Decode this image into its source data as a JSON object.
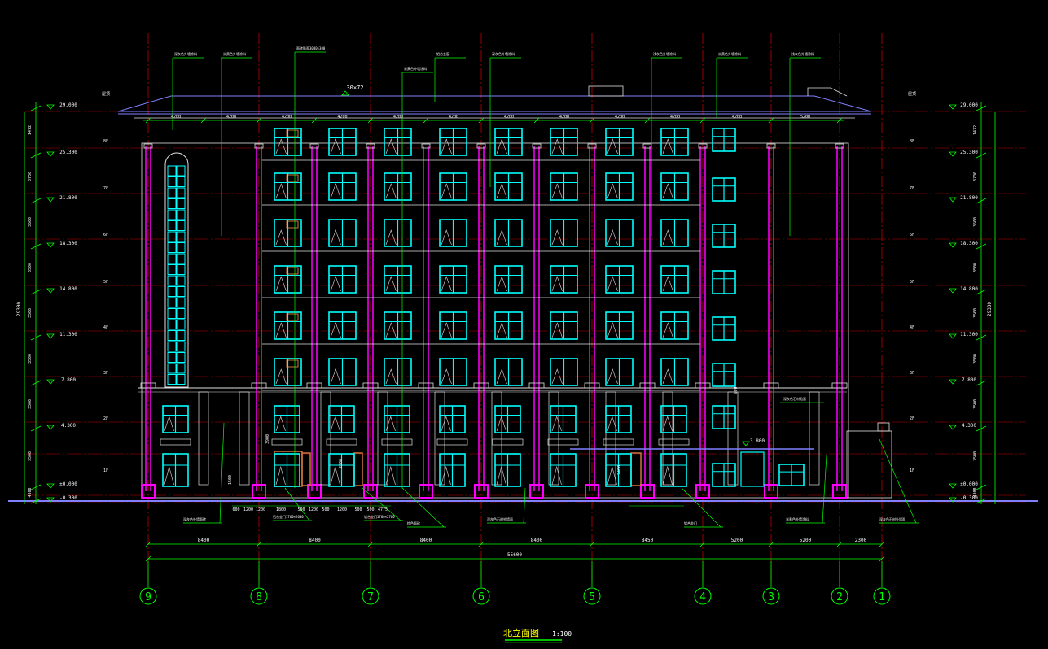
{
  "title": "北立面图",
  "scale": "1:100",
  "roof_note": "30×72",
  "axes": [
    "9",
    "8",
    "7",
    "6",
    "5",
    "4",
    "3",
    "2",
    "1"
  ],
  "bay_dims_top": [
    "4200",
    "4200",
    "4200",
    "4200",
    "4200",
    "4200",
    "4200",
    "4200",
    "4200",
    "4200",
    "4200",
    "5200"
  ],
  "bay_dims_bottom": [
    "8400",
    "8400",
    "8400",
    "8400",
    "8450",
    "5200",
    "5200",
    "2300"
  ],
  "overall_dim": "55600",
  "floors": [
    "1F",
    "2F",
    "3F",
    "4F",
    "5F",
    "6F",
    "7F",
    "8F"
  ],
  "roof_label": "屋顶",
  "left_levels": [
    "29.000",
    "25.300",
    "21.800",
    "18.300",
    "14.800",
    "11.300",
    "7.800",
    "4.300",
    "±0.000",
    "-0.300"
  ],
  "right_levels": [
    "29.000",
    "25.300",
    "21.800",
    "18.300",
    "14.800",
    "11.300",
    "7.800",
    "4.300",
    "±0.000",
    "-0.300"
  ],
  "left_story_dims": [
    "1472",
    "3700",
    "3500",
    "3500",
    "3500",
    "3500",
    "3500",
    "3500",
    "4300",
    "300"
  ],
  "right_story_dims": [
    "1472",
    "3700",
    "3500",
    "3500",
    "3500",
    "3500",
    "3500",
    "3500",
    "4300",
    "300"
  ],
  "left_total": "29300",
  "right_total": "29300",
  "level_3800": "3.800",
  "bottom_local_dims": [
    "600",
    "1200",
    "1200",
    "1800",
    "500",
    "1200",
    "500",
    "1200",
    "500",
    "500",
    "4775"
  ],
  "notes_top": [
    "深灰色外墙涂料",
    "米黄色外墙涂料",
    "面砖贴面3080×300",
    "铝合金窗",
    "深灰色外墙涂料",
    "浅灰色外墙涂料",
    "米黄色外墙涂料",
    "浅灰色外墙涂料",
    "米黄色外墙涂料"
  ],
  "notes_bottom": [
    "深灰色外墙面砖",
    "铝合金门1760×2600",
    "铝合金门1760×2700",
    "棕色面砖",
    "深灰色石材外墙面",
    "铝合金门",
    "米黄色外墙涂料",
    "深灰色石材外墙面"
  ],
  "annex_note": "深灰色石材贴面",
  "colors": {
    "background": "#000000",
    "grid_red": "#c00000",
    "dim_green": "#00ff00",
    "facade_white": "#e0e0e0",
    "pilaster_magenta": "#ff00ff",
    "window_cyan": "#00ffff",
    "door_orange": "#d0743a",
    "ground_blue": "#8080ff",
    "text_white": "#ffffff",
    "title_yellow": "#ffff00"
  }
}
